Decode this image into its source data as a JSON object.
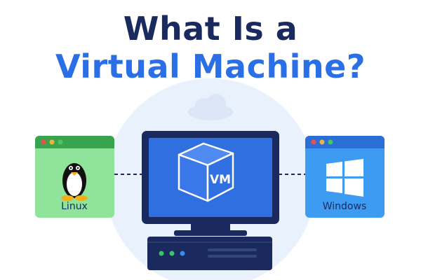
{
  "title": {
    "line1": "What Is a",
    "line2": "Virtual Machine?",
    "line1_color": "#1a2a5e",
    "line2_color": "#2b6fe6"
  },
  "guest_left": {
    "label": "Linux",
    "icon": "tux-penguin-icon",
    "color": "#8fe39a",
    "titlebar_color": "#3aa34e"
  },
  "guest_right": {
    "label": "Windows",
    "icon": "windows-logo-icon",
    "color": "#3e9bf2",
    "titlebar_color": "#2b6fd6"
  },
  "monitor": {
    "cube_label": "VM",
    "screen_color": "#2f6fe0",
    "frame_color": "#1a2a5e"
  },
  "host": {
    "icon": "server-box-icon",
    "led_colors": [
      "#3cc36b",
      "#3cc36b",
      "#3a8cf0"
    ]
  },
  "window_dot_colors": [
    "#f04e4e",
    "#f3b23a",
    "#4cc55c"
  ],
  "background_circle_color": "#e8f1fc",
  "cloud_color": "#dbe7f7"
}
